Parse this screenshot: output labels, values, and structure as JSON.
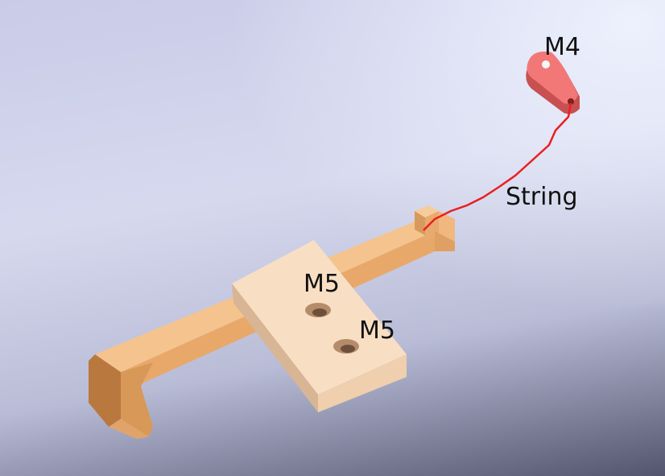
{
  "labels": {
    "motor_top": "M4",
    "string": "String",
    "bolt_1": "M5",
    "bolt_2": "M5"
  },
  "colors": {
    "part": "#f4c088",
    "block": "#f6dcc0",
    "pulley": "#f07070",
    "string": "#e82020"
  }
}
